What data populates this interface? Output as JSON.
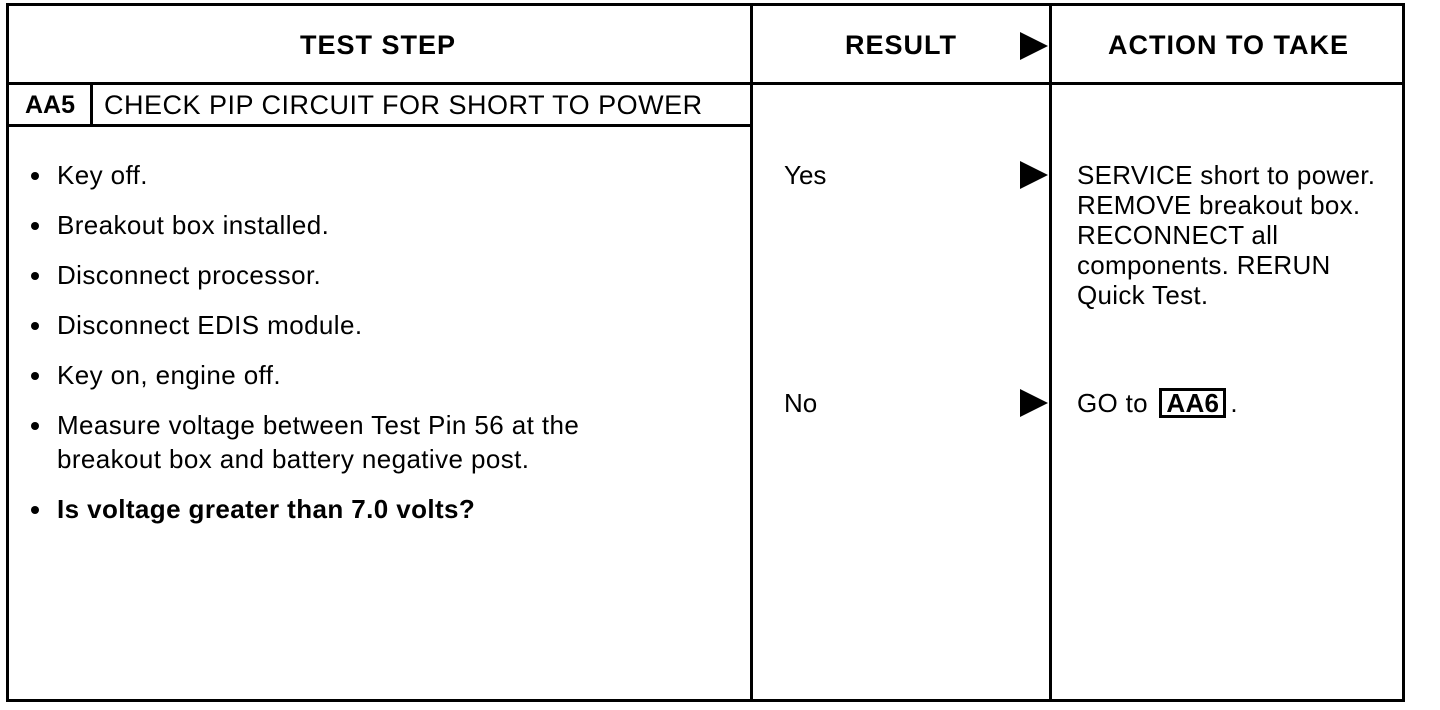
{
  "header": {
    "test_step": "TEST STEP",
    "result": "RESULT",
    "action": "ACTION TO TAKE"
  },
  "step": {
    "id": "AA5",
    "title": "CHECK PIP CIRCUIT FOR SHORT TO POWER",
    "items": [
      "Key off.",
      "Breakout box installed.",
      "Disconnect processor.",
      "Disconnect EDIS module.",
      "Key on, engine off.",
      "Measure voltage between Test Pin 56 at the breakout box and battery negative post.",
      "Is voltage greater than 7.0 volts?"
    ]
  },
  "results": [
    {
      "label": "Yes",
      "action": "SERVICE short to power. REMOVE breakout box. RECONNECT all components. RERUN Quick Test."
    },
    {
      "label": "No",
      "action_prefix": "GO to",
      "action_ref": "AA6",
      "action_suffix": "."
    }
  ]
}
